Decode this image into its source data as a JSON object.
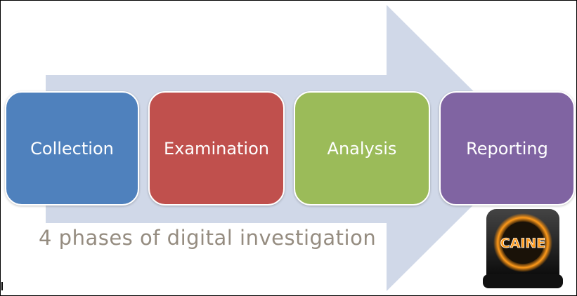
{
  "phases": [
    {
      "label": "Collection",
      "color": "#4f81bd"
    },
    {
      "label": "Examination",
      "color": "#c0504d"
    },
    {
      "label": "Analysis",
      "color": "#9bbb59"
    },
    {
      "label": "Reporting",
      "color": "#8064a2"
    }
  ],
  "caption": "4 phases of digital investigation",
  "arrow_color": "#d0d8e8",
  "logo": {
    "text": "CAINE",
    "accent": "#ff8c00"
  }
}
